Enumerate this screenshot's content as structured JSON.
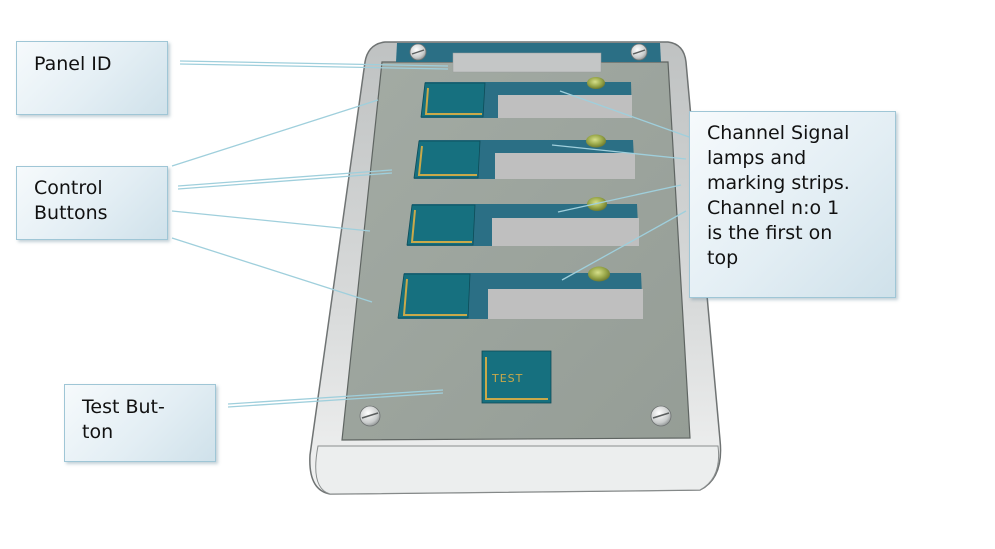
{
  "callouts": {
    "panel_id": "Panel ID",
    "control_buttons": "Control\nButtons",
    "test_button": "Test But-\nton",
    "channel_signal": "Channel Signal\nlamps and\nmarking strips.\nChannel n:o 1\nis the first on\ntop"
  },
  "panel": {
    "test_button_text": "TEST",
    "channel_count": 4,
    "colors": {
      "housing": "#d4d6d6",
      "face": "#9ea69f",
      "button": "#16707f",
      "strip": "#bfbfbf",
      "lamp": "#9aa84a",
      "header": "#2b6f85",
      "accent": "#c9a94a"
    }
  }
}
